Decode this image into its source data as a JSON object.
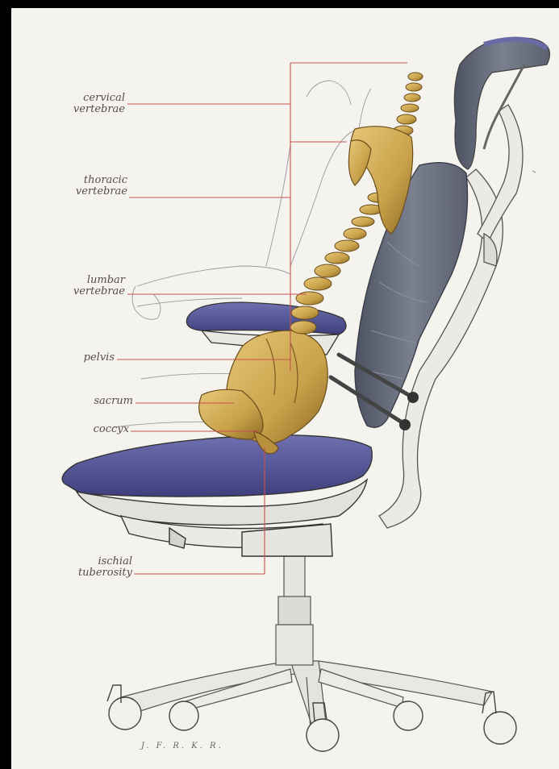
{
  "labels": {
    "cervical": "cervical\nvertebrae",
    "thoracic": "thoracic\nvertebrae",
    "lumbar": "lumbar\nvertebrae",
    "pelvis": "pelvis",
    "sacrum": "sacrum",
    "coccyx": "coccyx",
    "ischial": "ischial\ntuberosity"
  },
  "signature": "J. F. R. K. R.",
  "colors": {
    "leader_line": "#c85050",
    "bone": "#c9a24a",
    "upholstery": "#55569a",
    "backrest": "#6b7080",
    "paper": "#f4f3ee"
  }
}
